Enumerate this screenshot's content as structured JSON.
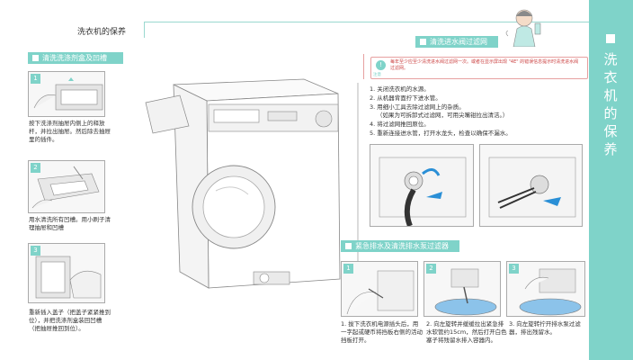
{
  "page": {
    "title": "洗衣机的保养",
    "side_title": "洗衣机的保养"
  },
  "detergent_section": {
    "heading": "清洗洗涤剂盒及凹槽",
    "steps": [
      {
        "num": "1",
        "text": "按下洗涤剂抽屉内侧上的释放杆，并拉出抽屉。然后除去抽屉里的插件。"
      },
      {
        "num": "2",
        "text": "用水清洗所有凹槽。用小刷子清理抽屉和凹槽"
      },
      {
        "num": "3",
        "text": "重新插入盖子（把盖子紧紧推到位），并把洗涤剂盒装回凹槽（把抽屉推回到位）。"
      }
    ]
  },
  "filter_section": {
    "heading": "清洗进水阀过滤网",
    "notice_label": "注意",
    "notice_text": "每年至少应至少清洗进水阀过滤网一次。或者在显示屏出现 \"4E\" 的错误信息提示时清洗进水阀过滤网。",
    "instructions": [
      "1. 关闭洗衣机的水源。",
      "2. 从机器背面拧下进水管。",
      "3. 用细小工具去除过滤网上的杂质。",
      "（如果为可拆卸式过滤网，可用尖嘴钳拉出清洁。）",
      "4. 将过滤网推回原位。",
      "5. 重新连接进水管，打开水龙头，检查以确保不漏水。"
    ]
  },
  "drain_section": {
    "heading": "紧急排水及清洗排水泵过滤器",
    "steps": [
      {
        "num": "1",
        "text": "1. 拔下洗衣机电源插头后，用一字起或硬币将挡板右侧的活动挡板打开。"
      },
      {
        "num": "2",
        "text": "2. 向左旋转并缓缓拉出紧急排水软管约15cm，然后打开白色塞子将残留水排入容器内。"
      },
      {
        "num": "3",
        "text": "3. 向左旋转拧开排水泵过滤器，排出残留水。"
      }
    ]
  },
  "colors": {
    "accent": "#7fd3c9",
    "notice_border": "#e7a0a0"
  }
}
